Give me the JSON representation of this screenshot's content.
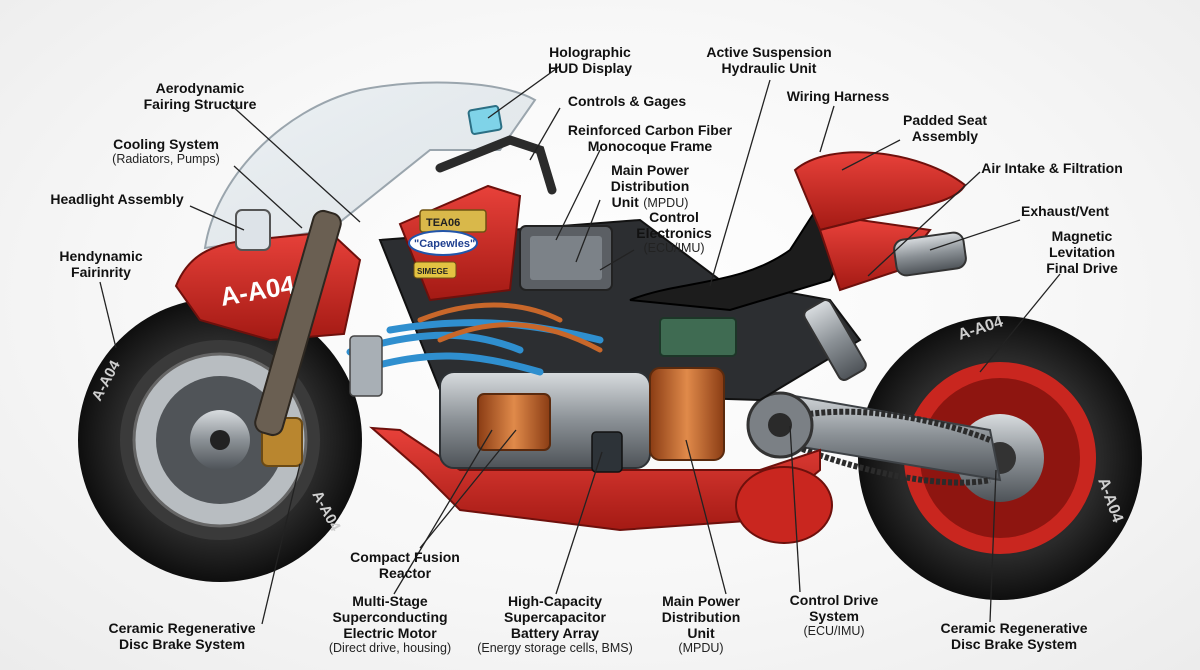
{
  "bike": {
    "fairing_text": "A-A04",
    "tank_tag": "TEA06",
    "tank_badge": "\"Capewles\"",
    "tank_sticker": "SIMEGE",
    "front_tire_text": "A-A04",
    "front_tire_text_2": "A-A04",
    "rear_tire_text": "A-A04",
    "rear_tire_text_2": "A-A04"
  },
  "colors": {
    "body_red": "#d42a22",
    "body_red_dark": "#8e1510",
    "tire": "#1f1f1f",
    "metal": "#9aa0a6",
    "copper": "#c8672a",
    "coolant_blue": "#2f8fcf",
    "leader_line": "#222222"
  },
  "labels": {
    "hud": {
      "line1": "Holographic",
      "line2": "HUD Display"
    },
    "suspension": {
      "line1": "Active Suspension",
      "line2": "Hydraulic Unit"
    },
    "aero": {
      "line1": "Aerodynamic",
      "line2": "Fairing Structure"
    },
    "controls": {
      "line1": "Controls & Gages"
    },
    "wiring": {
      "line1": "Wiring Harness"
    },
    "seat": {
      "line1": "Padded Seat",
      "line2": "Assembly"
    },
    "frame": {
      "line1": "Reinforced Carbon Fiber",
      "line2": "Monocoque Frame"
    },
    "cooling": {
      "line1": "Cooling System",
      "sub": "(Radiators, Pumps)"
    },
    "mpdu_top": {
      "line1": "Main Power",
      "line2": "Distribution",
      "line3": "Unit",
      "sub": "(MPDU)"
    },
    "air": {
      "line1": "Air Intake & Filtration"
    },
    "headlight": {
      "line1": "Headlight Assembly"
    },
    "exhaust": {
      "line1": "Exhaust/Vent"
    },
    "ctrl_elec": {
      "line1": "Control",
      "line2": "Electronics",
      "sub": "(ECU/IMU)"
    },
    "maglev": {
      "line1": "Magnetic",
      "line2": "Levitation",
      "line3": "Final Drive"
    },
    "hendy": {
      "line1": "Hendynamic",
      "line2": "Fairinrity"
    },
    "fusion": {
      "line1": "Compact Fusion",
      "line2": "Reactor"
    },
    "motor": {
      "line1": "Multi-Stage",
      "line2": "Superconducting",
      "line3": "Electric Motor",
      "sub": "(Direct drive, housing)"
    },
    "battery": {
      "line1": "High-Capacity",
      "line2": "Supercapacitor",
      "line3": "Battery Array",
      "sub": "(Energy storage cells, BMS)"
    },
    "mpdu_bottom": {
      "line1": "Main Power",
      "line2": "Distribution",
      "line3": "Unit",
      "sub": "(MPDU)"
    },
    "drive": {
      "line1": "Control Drive",
      "line2": "System",
      "sub": "(ECU/IMU)"
    },
    "brake_left": {
      "line1": "Ceramic Regenerative",
      "line2": "Disc Brake System"
    },
    "brake_right": {
      "line1": "Ceramic Regenerative",
      "line2": "Disc Brake System"
    }
  }
}
